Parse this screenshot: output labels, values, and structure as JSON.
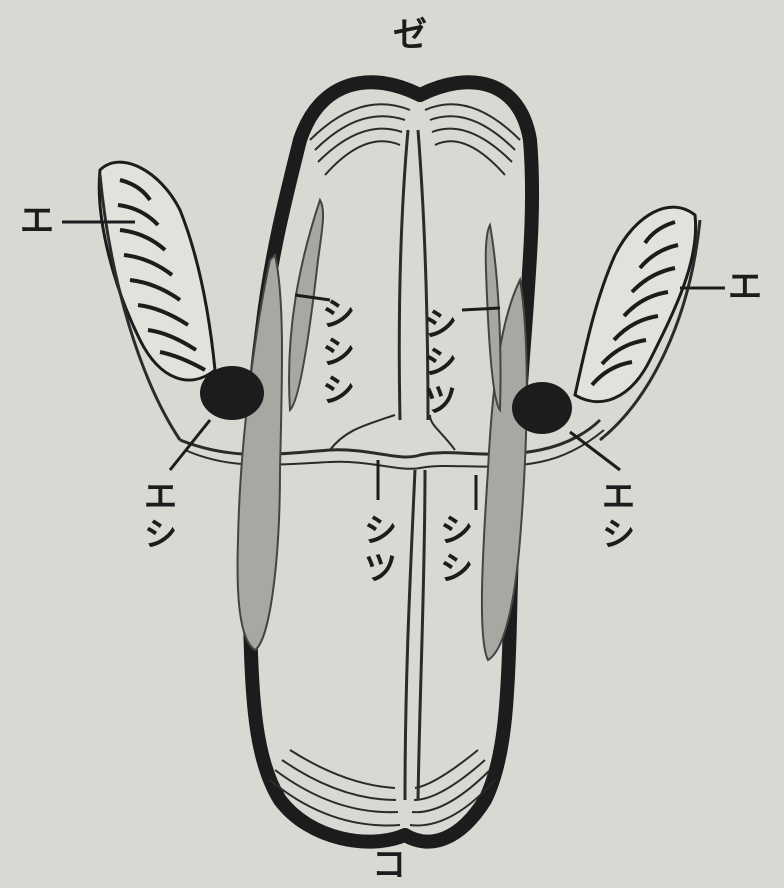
{
  "labels": {
    "top": "ゼ",
    "bottom": "コ",
    "left_gill": "エ",
    "right_gill": "エ",
    "left_ganglion": "エシ",
    "right_ganglion": "エシ",
    "upper_left": "シシシ",
    "upper_right": "シシツ",
    "lower_left": "シツ",
    "lower_right": "シシ"
  },
  "colors": {
    "paper": "#d9d8d3",
    "ink": "#1c1c1c",
    "muscle_fill": "#a9a7a2"
  }
}
